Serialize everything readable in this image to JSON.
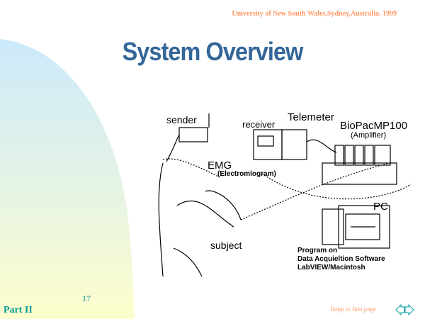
{
  "header": {
    "institution": "University of  New South Wales,Sydney,Australia. 1999"
  },
  "slide": {
    "title": "System Overview",
    "page_number": "17",
    "section": "Part II"
  },
  "diagram": {
    "labels": {
      "sender": "sender",
      "receiver": "receiver",
      "telemeter": "Telemeter",
      "biopac": "BioPacMP100",
      "amplifier": "(Amplifier)",
      "emg": "EMG",
      "electromyogram": "(Electromlogram)",
      "pc": "PC",
      "subject": "subject",
      "program1": "Program on",
      "program2": "Data Acquieltion Software",
      "program3": "LabVIEW/Macintosh"
    }
  },
  "footer": {
    "jump_label": "Jump to first page",
    "prev_icon": "arrow-left-icon",
    "next_icon": "arrow-right-icon"
  },
  "colors": {
    "accent": "#336699",
    "header": "#ff9966",
    "teal": "#009999"
  }
}
